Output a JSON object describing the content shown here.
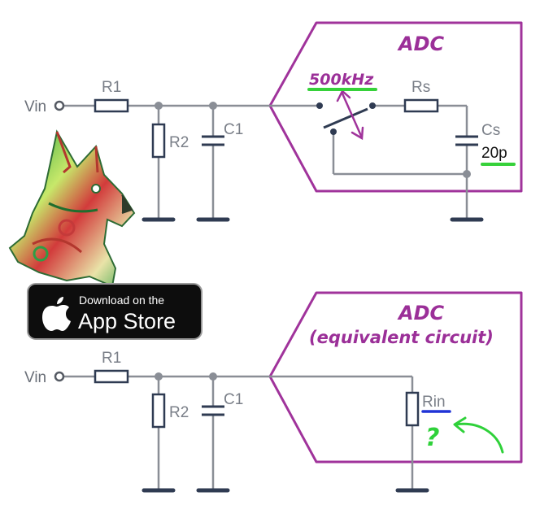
{
  "colors": {
    "wire": "#8a8e96",
    "ground": "#2f3b52",
    "adc": "#a0339b",
    "handwriting": "#9b2f98",
    "highlight": "#36d13a",
    "underline": "#2034d6",
    "arrow": "#2fd13a",
    "badge": "#0d0d0d"
  },
  "top_circuit": {
    "input_label": "Vin",
    "r1_label": "R1",
    "r2_label": "R2",
    "c1_label": "C1",
    "adc_title": "ADC",
    "switch_freq": "500kHz",
    "rs_label": "Rs",
    "cs_label": "Cs",
    "cs_value": "20p"
  },
  "bottom_circuit": {
    "input_label": "Vin",
    "r1_label": "R1",
    "r2_label": "R2",
    "c1_label": "C1",
    "adc_title": "ADC",
    "adc_subtitle": "(equivalent circuit)",
    "rin_label": "Rin",
    "question_mark": "?"
  },
  "badge": {
    "line1": "Download on the",
    "line2": "App Store",
    "icon": "apple-icon"
  },
  "logo": {
    "icon": "robot-dog-head-icon"
  }
}
